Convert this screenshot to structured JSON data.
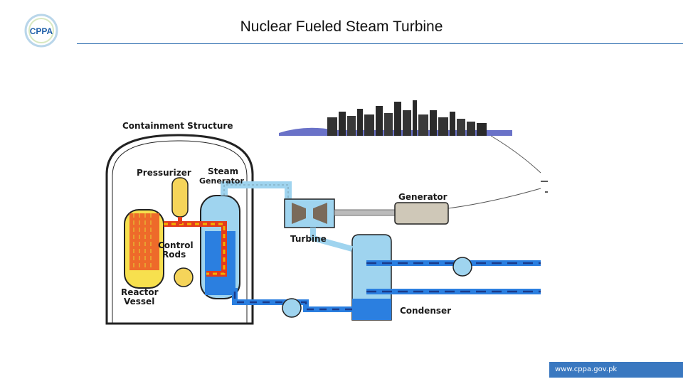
{
  "header": {
    "logo_text": "CPPA",
    "title": "Nuclear Fueled Steam Turbine"
  },
  "diagram": {
    "labels": {
      "containment": "Containment Structure",
      "pressurizer": "Pressurizer",
      "steam": "Steam",
      "generator_sg": "Generator",
      "generator": "Generator",
      "turbine": "Turbine",
      "control": "Control",
      "rods": "Rods",
      "reactor": "Reactor",
      "vessel": "Vessel",
      "condenser": "Condenser"
    },
    "colors": {
      "hot_water": "#f2b200",
      "coolant": "#e43b1c",
      "steam": "#9fd4ef",
      "cold_water": "#2b7fe0",
      "turbine_blade": "#7a6a5a"
    }
  },
  "footer": {
    "url": "www.cppa.gov.pk"
  }
}
